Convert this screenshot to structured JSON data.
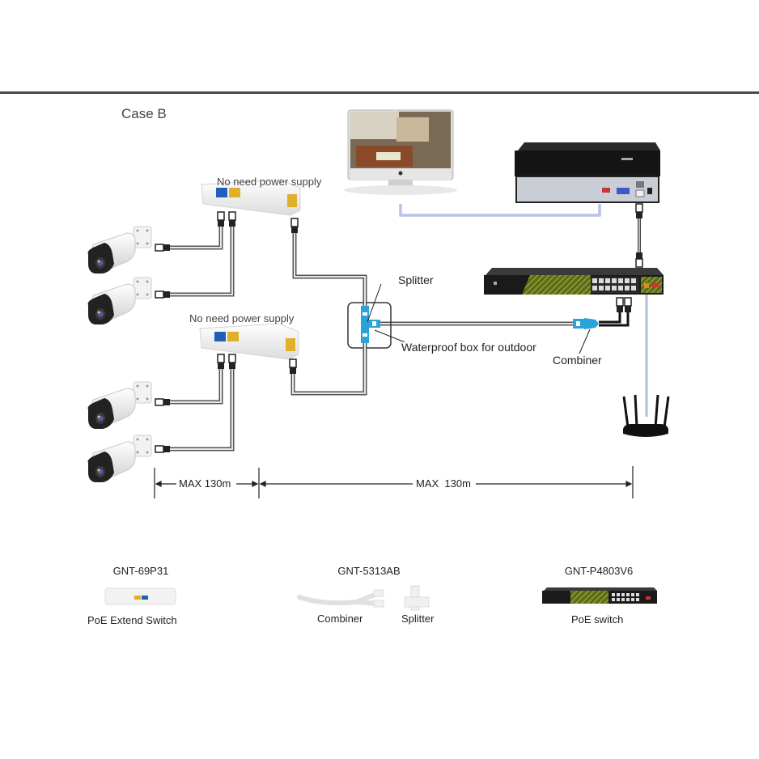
{
  "title": "Case B",
  "labels": {
    "no_power_top": "No need power supply",
    "no_power_bottom": "No need power supply",
    "splitter": "Splitter",
    "waterproof_box": "Waterproof box for outdoor",
    "combiner": "Combiner",
    "distance_left": "MAX 130m",
    "distance_right": "MAX  130m"
  },
  "products": [
    {
      "model": "GNT-69P31",
      "name": "PoE Extend Switch"
    },
    {
      "model": "GNT-5313AB",
      "names": [
        "Combiner",
        "Splitter"
      ]
    },
    {
      "model": "GNT-P4803V6",
      "name": "PoE switch"
    }
  ],
  "colors": {
    "rule": "#4a4a52",
    "cable": "#555555",
    "cable_fill": "#e8e8e8",
    "connector_blue": "#2aa3d8",
    "video_line": "#8fa3d8",
    "switch_green": "#8a9a2c",
    "device_dark": "#1c1c1c",
    "port_blue": "#1f5fb8",
    "port_yellow": "#e0b02a"
  }
}
